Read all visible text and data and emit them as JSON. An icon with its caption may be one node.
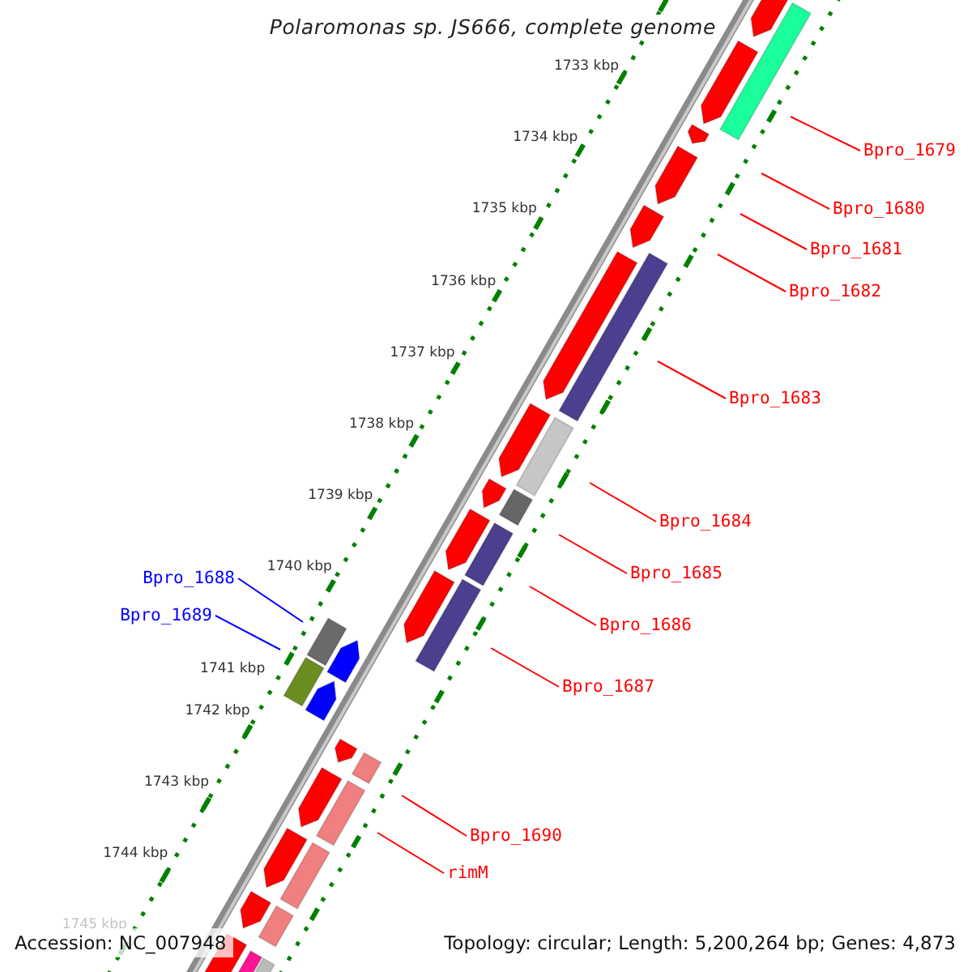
{
  "diagram": {
    "title": "Polaromonas sp. JS666, complete genome",
    "nodes": [
      {
        "text": [
          "Bpro_1679"
        ]
      },
      {
        "text": [
          "Bpro_1680"
        ]
      },
      {
        "text": [
          "Bpro_1681"
        ]
      },
      {
        "text": [
          "Bpro_1682"
        ]
      },
      {
        "text": [
          "Bpro_1683"
        ]
      },
      {
        "text": [
          "Bpro_1684"
        ]
      },
      {
        "text": [
          "Bpro_1685"
        ]
      },
      {
        "text": [
          "Bpro_1686"
        ]
      },
      {
        "text": [
          "Bpro_1687"
        ]
      },
      {
        "text": [
          "Bpro_1688"
        ]
      },
      {
        "text": [
          "Bpro_1689"
        ]
      },
      {
        "text": [
          "Bpro_1690"
        ]
      },
      {
        "text": [
          "rimM"
        ]
      }
    ],
    "edges": [
      {
        "from": 0,
        "to": null,
        "arrow": "none"
      },
      {
        "from": 1,
        "to": null,
        "arrow": "none"
      },
      {
        "from": 2,
        "to": null,
        "arrow": "none"
      },
      {
        "from": 3,
        "to": null,
        "arrow": "none"
      },
      {
        "from": 4,
        "to": null,
        "arrow": "none"
      },
      {
        "from": 5,
        "to": null,
        "arrow": "none"
      },
      {
        "from": 6,
        "to": null,
        "arrow": "none"
      },
      {
        "from": 7,
        "to": null,
        "arrow": "none"
      },
      {
        "from": 8,
        "to": null,
        "arrow": "none"
      },
      {
        "from": 9,
        "to": null,
        "arrow": "none",
        "color": "#0000ff"
      },
      {
        "from": 10,
        "to": null,
        "arrow": "none",
        "color": "#0000ff"
      },
      {
        "from": 11,
        "to": null,
        "arrow": "none"
      },
      {
        "from": 12,
        "to": null,
        "arrow": "none"
      }
    ],
    "labels": [
      "1733 kbp",
      "1734 kbp",
      "1735 kbp",
      "1736 kbp",
      "1737 kbp",
      "1738 kbp",
      "1739 kbp",
      "1740 kbp",
      "1741 kbp",
      "1742 kbp",
      "1743 kbp",
      "1744 kbp",
      "1745 kbp",
      "Accession: NC_007948",
      "Topology: circular; Length: 5,200,264 bp; Genes: 4,873"
    ]
  }
}
